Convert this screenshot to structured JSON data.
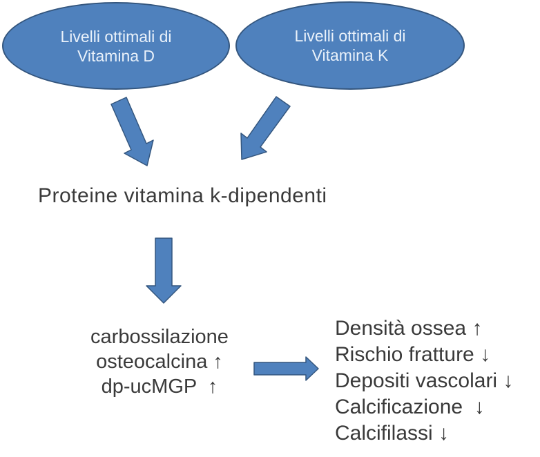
{
  "colors": {
    "shape_fill": "#4f81bd",
    "shape_border": "#34567e",
    "shape_text": "#e9f1fa",
    "text": "#3a3a3a",
    "background": "#ffffff"
  },
  "nodes": {
    "vitamin_d": {
      "line1": "Livelli ottimali di",
      "line2": "Vitamina D"
    },
    "vitamin_k": {
      "line1": "Livelli ottimali di",
      "line2": "Vitamina K"
    }
  },
  "labels": {
    "proteins": "Proteine vitamina k-dipendenti"
  },
  "markers": {
    "lines": [
      "carbossilazione",
      "osteocalcina ↑",
      "dp-ucMGP  ↑"
    ]
  },
  "outcomes": {
    "lines": [
      "Densità ossea ↑",
      "Rischio fratture ↓",
      "Depositi vascolari ↓",
      "Calcificazione  ↓",
      "Calcifilassi ↓"
    ]
  },
  "icons": {
    "up_arrow": "↑",
    "down_arrow": "↓"
  }
}
